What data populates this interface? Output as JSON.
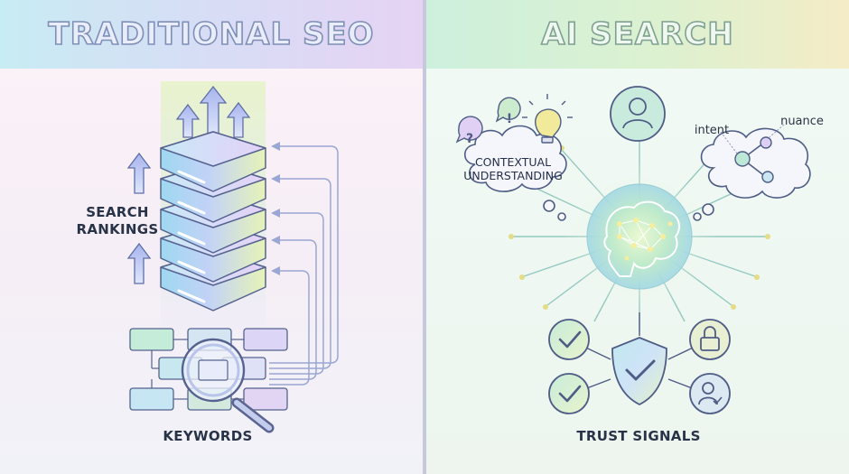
{
  "left_panel": {
    "title": "TRADITIONAL SEO",
    "search_rankings_label": "SEARCH\nRANKINGS",
    "keywords_label": "KEYWORDS"
  },
  "right_panel": {
    "title": "AI SEARCH",
    "contextual_label": "CONTEXTUAL\nUNDERSTANDING",
    "intent_label": "intent",
    "nuance_label": "nuance",
    "trust_label": "TRUST SIGNALS"
  },
  "colors": {
    "left_header": "#d6def5",
    "right_header": "#dcf1d0",
    "ink": "#283347",
    "divider": "#c6c9dd"
  },
  "icons": [
    "arrow-up-icon",
    "server-stack-icon",
    "magnifier-icon",
    "keyword-block-icon",
    "question-bubble-icon",
    "exclamation-bubble-icon",
    "lightbulb-icon",
    "user-avatar-icon",
    "brain-network-icon",
    "shield-check-icon",
    "check-circle-icon",
    "lock-icon",
    "verified-user-icon",
    "cloud-icon"
  ]
}
